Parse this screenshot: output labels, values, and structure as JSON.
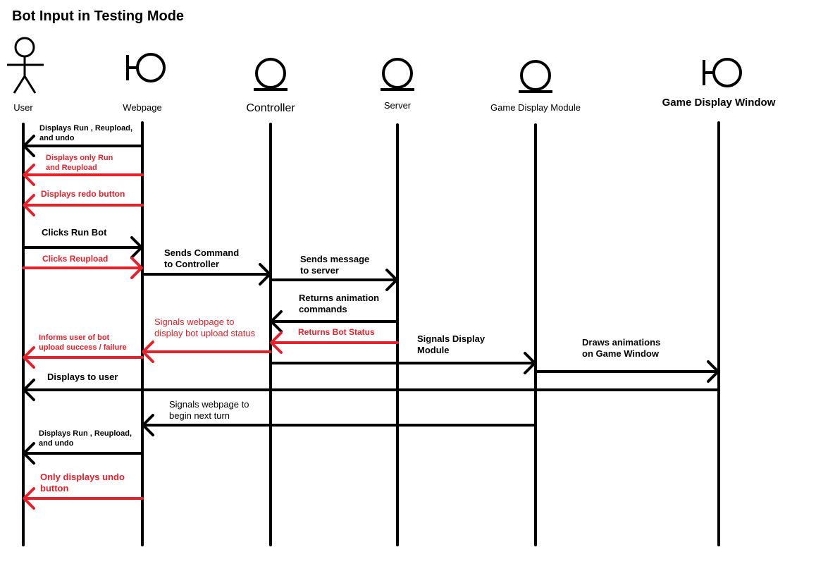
{
  "title": "Bot Input in Testing Mode",
  "colors": {
    "black": "#000000",
    "red": "#e8202a"
  },
  "participants": [
    {
      "id": "user",
      "label": "User",
      "icon": "actor-icon"
    },
    {
      "id": "webpage",
      "label": "Webpage",
      "icon": "boundary-icon"
    },
    {
      "id": "controller",
      "label": "Controller",
      "icon": "control-icon"
    },
    {
      "id": "server",
      "label": "Server",
      "icon": "entity-icon"
    },
    {
      "id": "gdm",
      "label": "Game Display Module",
      "icon": "entity-icon"
    },
    {
      "id": "gdw",
      "label": "Game Display Window",
      "icon": "boundary-icon"
    }
  ],
  "messages": [
    {
      "from": "webpage",
      "to": "user",
      "color": "black",
      "lines": [
        "Displays Run , Reupload,",
        "and undo"
      ]
    },
    {
      "from": "webpage",
      "to": "user",
      "color": "red",
      "lines": [
        "Displays only Run",
        "and Reupload"
      ]
    },
    {
      "from": "webpage",
      "to": "user",
      "color": "red",
      "lines": [
        "Displays redo button"
      ]
    },
    {
      "from": "user",
      "to": "webpage",
      "color": "black",
      "lines": [
        "Clicks Run Bot"
      ]
    },
    {
      "from": "user",
      "to": "webpage",
      "color": "red",
      "lines": [
        "Clicks Reupload"
      ]
    },
    {
      "from": "webpage",
      "to": "controller",
      "color": "black",
      "lines": [
        "Sends Command",
        "to Controller"
      ]
    },
    {
      "from": "controller",
      "to": "server",
      "color": "black",
      "lines": [
        "Sends message",
        "to server"
      ]
    },
    {
      "from": "server",
      "to": "controller",
      "color": "black",
      "lines": [
        "Returns animation",
        "commands"
      ]
    },
    {
      "from": "server",
      "to": "controller",
      "color": "red",
      "lines": [
        "Returns Bot Status"
      ]
    },
    {
      "from": "controller",
      "to": "webpage",
      "color": "red",
      "lines": [
        "Signals webpage to",
        "display bot upload status"
      ]
    },
    {
      "from": "webpage",
      "to": "user",
      "color": "red",
      "lines": [
        "Informs user of bot",
        "upload success / failure"
      ]
    },
    {
      "from": "controller",
      "to": "gdm",
      "color": "black",
      "lines": [
        "Signals Display",
        "Module"
      ]
    },
    {
      "from": "gdm",
      "to": "gdw",
      "color": "black",
      "lines": [
        "Draws animations",
        "on Game Window"
      ]
    },
    {
      "from": "gdw",
      "to": "user",
      "color": "black",
      "lines": [
        "Displays to user"
      ]
    },
    {
      "from": "gdm",
      "to": "webpage",
      "color": "black",
      "lines": [
        "Signals webpage to",
        "begin next turn"
      ]
    },
    {
      "from": "webpage",
      "to": "user",
      "color": "black",
      "lines": [
        "Displays Run , Reupload,",
        "and undo"
      ]
    },
    {
      "from": "webpage",
      "to": "user",
      "color": "red",
      "lines": [
        "Only displays undo",
        "button"
      ]
    }
  ]
}
